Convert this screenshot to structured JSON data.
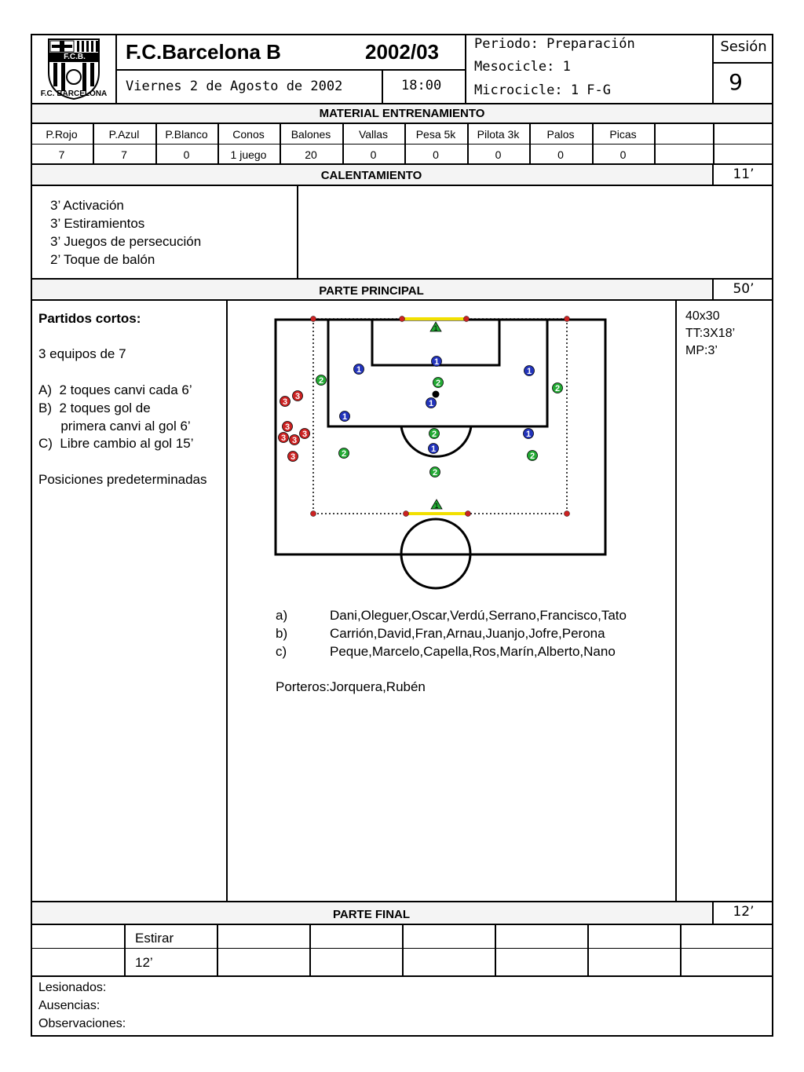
{
  "header": {
    "crest_label": "F.C.B.",
    "club_caption": "F.C. BARCELONA",
    "team": "F.C.Barcelona B",
    "season": "2002/03",
    "date": "Viernes  2 de Agosto de 2002",
    "time": "18:00",
    "periodo": "Periodo: Preparación",
    "mesocicle": "Mesocicle: 1",
    "microcicle": "Microcicle: 1  F-G",
    "sesion_label": "Sesión",
    "sesion_number": "9"
  },
  "material": {
    "title": "MATERIAL ENTRENAMIENTO",
    "headers": [
      "P.Rojo",
      "P.Azul",
      "P.Blanco",
      "Conos",
      "Balones",
      "Vallas",
      "Pesa 5k",
      "Pilota 3k",
      "Palos",
      "Picas",
      "",
      ""
    ],
    "values": [
      "7",
      "7",
      "0",
      "1 juego",
      "20",
      "0",
      "0",
      "0",
      "0",
      "0",
      "",
      ""
    ]
  },
  "calentamiento": {
    "title": "CALENTAMIENTO",
    "minutes": "11’",
    "items": [
      "3’ Activación",
      "3’ Estiramientos",
      "3’ Juegos de persecución",
      "2’ Toque de balón"
    ]
  },
  "principal": {
    "title": "PARTE  PRINCIPAL",
    "minutes": "50’",
    "heading": "Partidos cortos:",
    "lines": [
      "3 equipos de 7",
      "A)  2 toques canvi cada 6’",
      "B)  2 toques gol de",
      "      primera canvi al gol 6’",
      "C)  Libre cambio al gol 15’",
      "Posiciones predeterminadas"
    ],
    "side": [
      "40x30",
      "TT:3X18’",
      "MP:3’"
    ],
    "teams": [
      {
        "key": "a)",
        "players": "Dani,Oleguer,Oscar,Verdú,Serrano,Francisco,Tato"
      },
      {
        "key": "b)",
        "players": "Carrión,David,Fran,Arnau,Juanjo,Jofre,Perona"
      },
      {
        "key": "c)",
        "players": "Peque,Marcelo,Capella,Ros,Marín,Alberto,Nano"
      }
    ],
    "porteros": "Porteros:Jorquera,Rubén",
    "diagram_players": [
      {
        "n": "1",
        "team": "blue"
      },
      {
        "n": "1",
        "team": "blue"
      },
      {
        "n": "1",
        "team": "blue"
      },
      {
        "n": "1",
        "team": "blue"
      },
      {
        "n": "1",
        "team": "blue"
      },
      {
        "n": "1",
        "team": "blue"
      },
      {
        "n": "1",
        "team": "blue"
      },
      {
        "n": "2",
        "team": "green"
      },
      {
        "n": "2",
        "team": "green"
      },
      {
        "n": "2",
        "team": "green"
      },
      {
        "n": "2",
        "team": "green"
      },
      {
        "n": "2",
        "team": "green"
      },
      {
        "n": "2",
        "team": "green"
      },
      {
        "n": "2",
        "team": "green"
      },
      {
        "n": "3",
        "team": "red"
      },
      {
        "n": "3",
        "team": "red"
      },
      {
        "n": "3",
        "team": "red"
      },
      {
        "n": "3",
        "team": "red"
      },
      {
        "n": "3",
        "team": "red"
      },
      {
        "n": "3",
        "team": "red"
      },
      {
        "n": "3",
        "team": "red"
      }
    ],
    "goal_markers": [
      "1",
      "1"
    ],
    "colors": {
      "blue": "#2233bb",
      "green": "#22aa33",
      "red": "#cc2222",
      "goal_line": "#f2e000"
    }
  },
  "final": {
    "title": "PARTE FINAL",
    "minutes": "12’",
    "row1": [
      "",
      "Estirar",
      "",
      "",
      "",
      "",
      "",
      ""
    ],
    "row2": [
      "",
      "12’",
      "",
      "",
      "",
      "",
      "",
      ""
    ]
  },
  "footer": {
    "lesionados": "Lesionados:",
    "ausencias": "Ausencias:",
    "observaciones": "Observaciones:"
  }
}
